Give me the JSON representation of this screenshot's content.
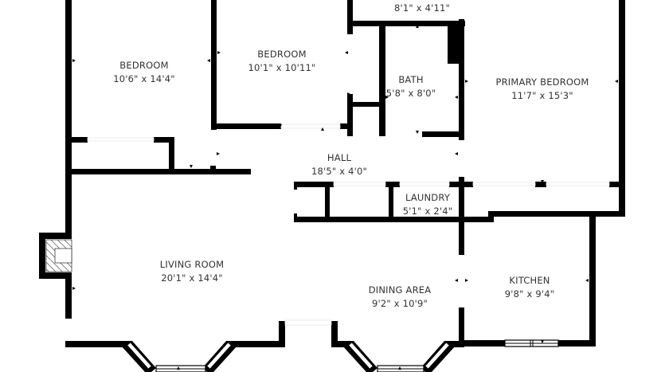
{
  "floorplan": {
    "colors": {
      "wall": "#000000",
      "background": "#ffffff",
      "label": "#333333"
    },
    "rooms": [
      {
        "id": "bedroom-1",
        "name": "BEDROOM",
        "dimensions": "10'6\" x 14'4\""
      },
      {
        "id": "bedroom-2",
        "name": "BEDROOM",
        "dimensions": "10'1\" x 10'11\""
      },
      {
        "id": "closet-top",
        "name": "",
        "dimensions": "8'1\" x 4'11\""
      },
      {
        "id": "bath",
        "name": "BATH",
        "dimensions": "5'8\" x 8'0\""
      },
      {
        "id": "primary-bedroom",
        "name": "PRIMARY BEDROOM",
        "dimensions": "11'7\" x 15'3\""
      },
      {
        "id": "hall",
        "name": "HALL",
        "dimensions": "18'5\" x 4'0\""
      },
      {
        "id": "laundry",
        "name": "LAUNDRY",
        "dimensions": "5'1\" x 2'4\""
      },
      {
        "id": "living-room",
        "name": "LIVING ROOM",
        "dimensions": "20'1\" x 14'4\""
      },
      {
        "id": "dining-area",
        "name": "DINING AREA",
        "dimensions": "9'2\" x 10'9\""
      },
      {
        "id": "kitchen",
        "name": "KITCHEN",
        "dimensions": "9'8\" x 9'4\""
      }
    ],
    "features": [
      "fireplace",
      "bay-window-living",
      "bay-window-dining",
      "kitchen-window"
    ]
  }
}
